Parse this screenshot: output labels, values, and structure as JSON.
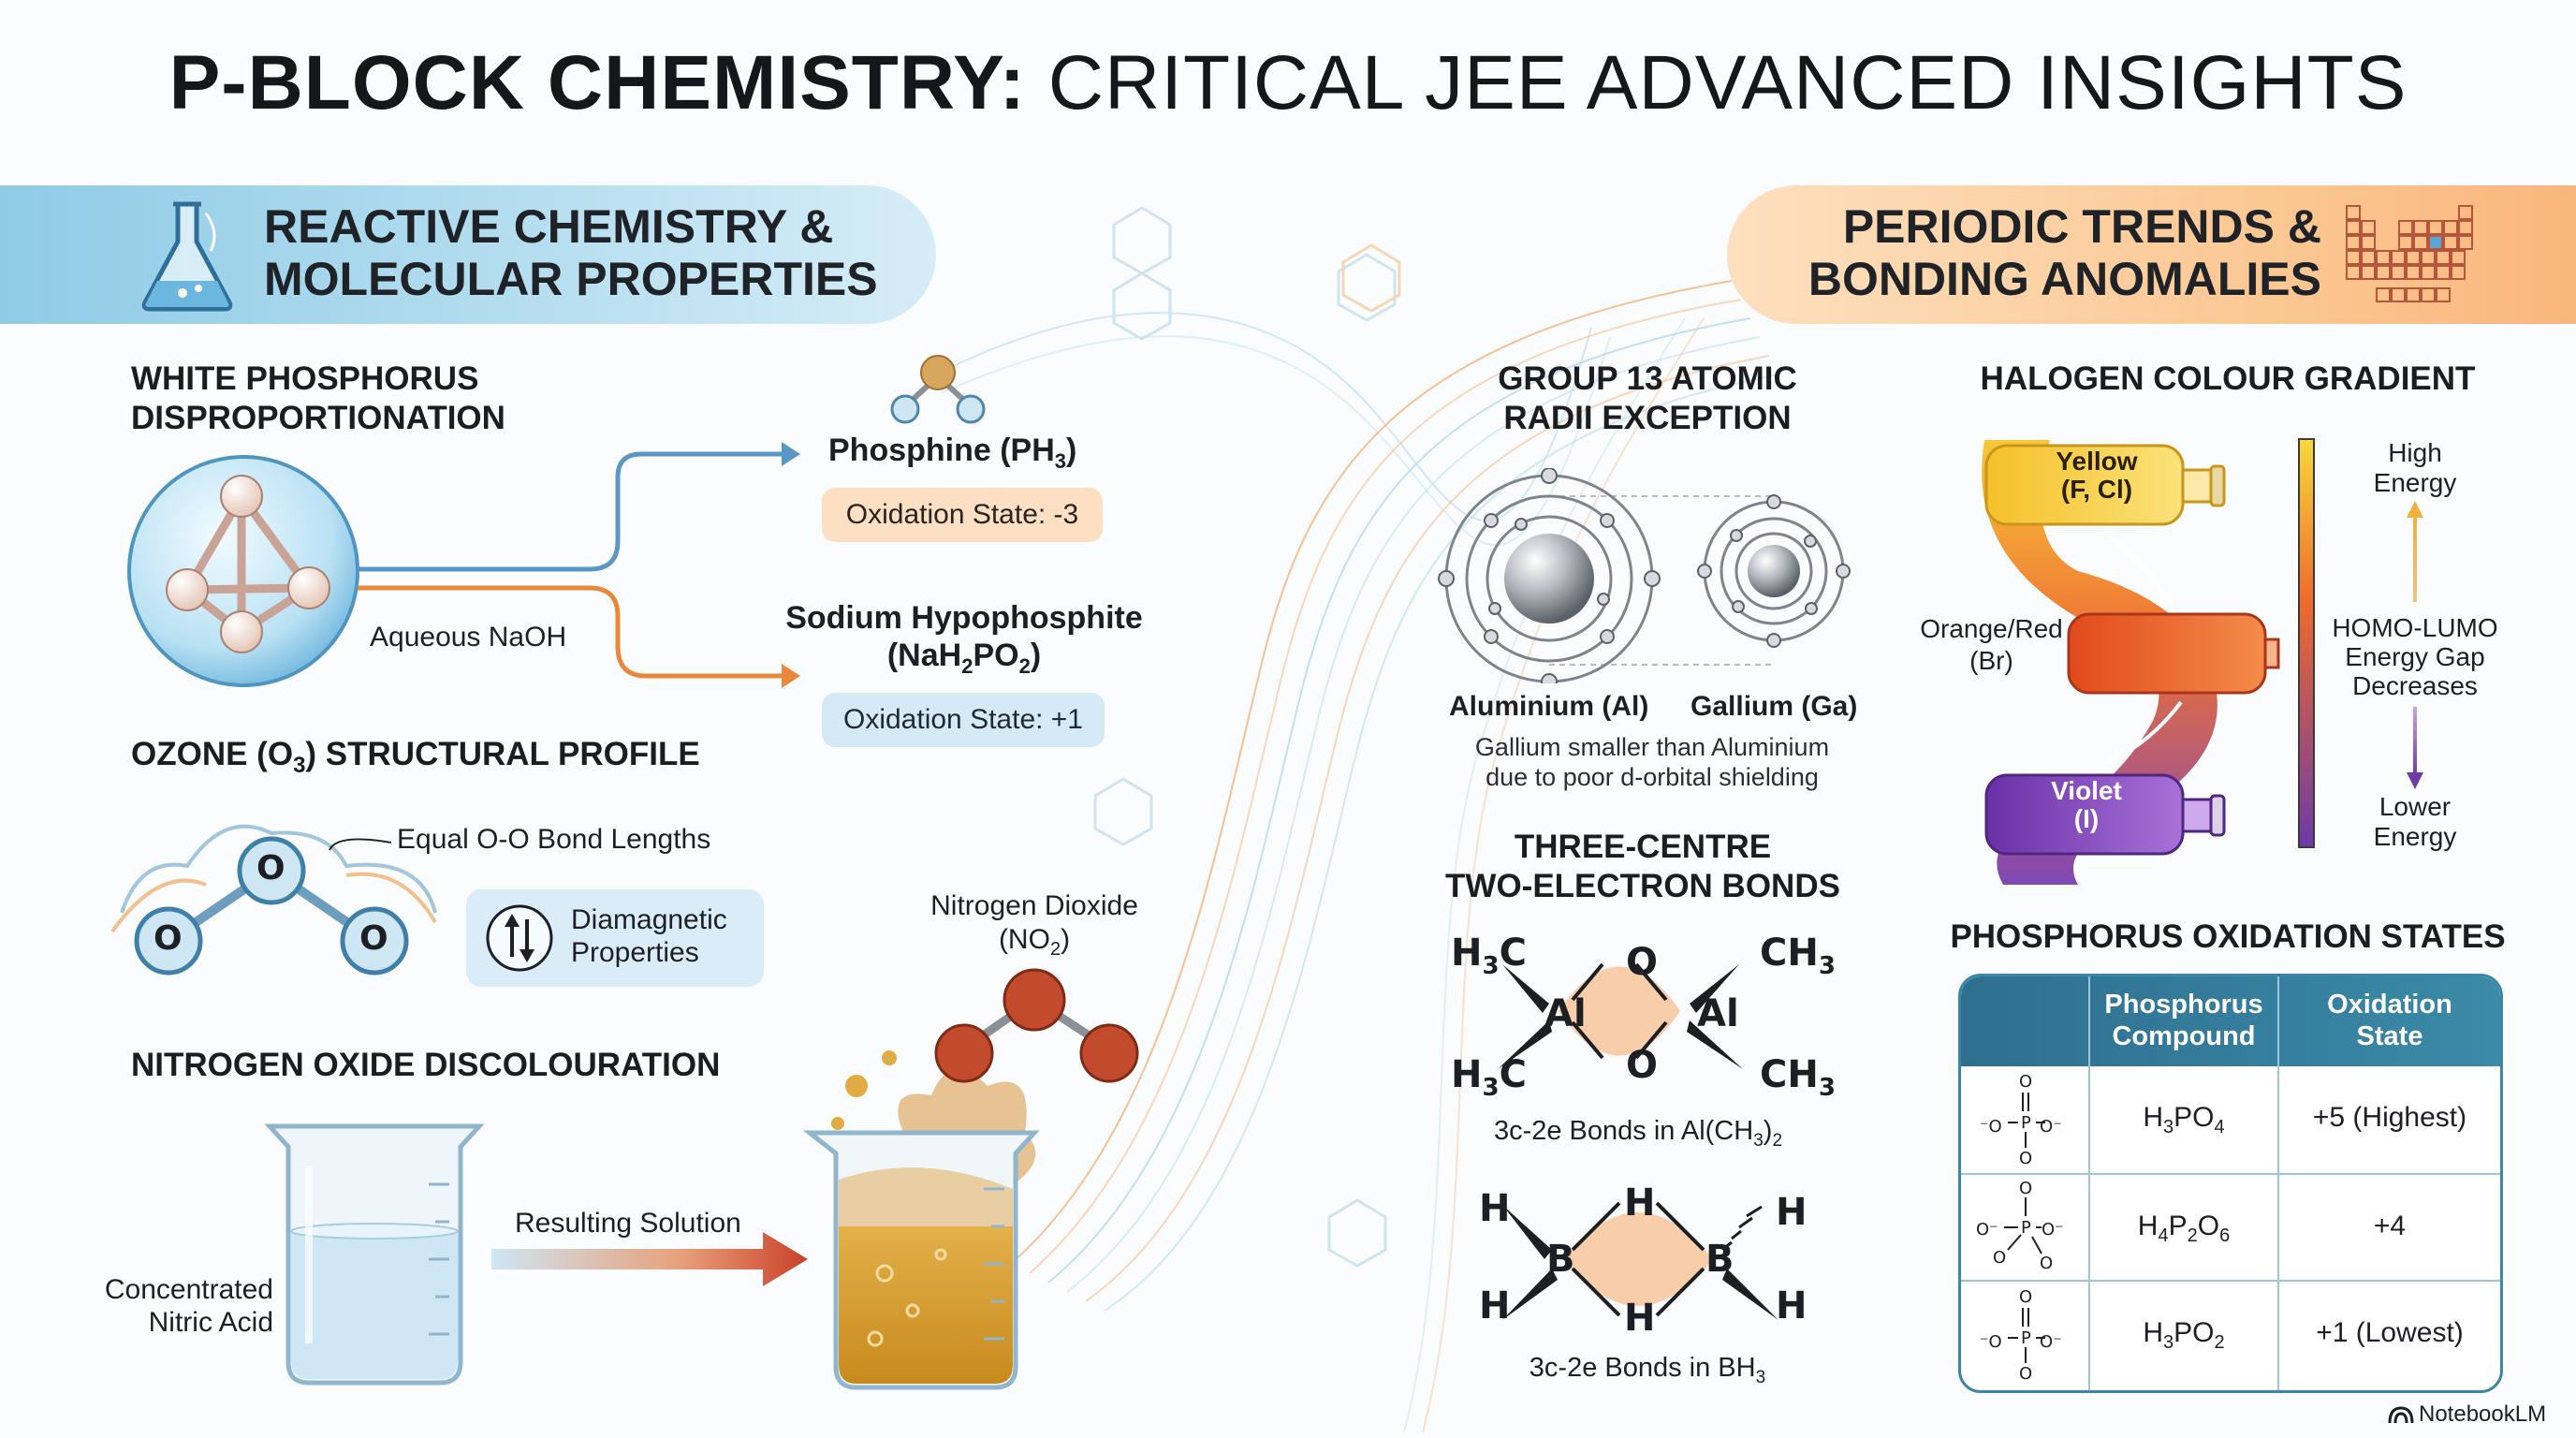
{
  "title": {
    "bold": "P-BLOCK CHEMISTRY:",
    "rest": "CRITICAL JEE ADVANCED INSIGHTS"
  },
  "left_band": {
    "line1": "REACTIVE CHEMISTRY &",
    "line2": "MOLECULAR PROPERTIES",
    "icon": "flask-icon"
  },
  "right_band": {
    "line1": "PERIODIC TRENDS &",
    "line2": "BONDING ANOMALIES",
    "icon": "periodic-table-icon"
  },
  "phosphorus": {
    "heading1": "WHITE PHOSPHORUS",
    "heading2": "DISPROPORTIONATION",
    "reagent": "Aqueous NaOH",
    "product1_name": "Phosphine (PH",
    "product1_sub": "3",
    "product1_close": ")",
    "product1_state": "Oxidation State: -3",
    "product2_name": "Sodium Hypophosphite",
    "product2_formula_a": "(NaH",
    "product2_sub1": "2",
    "product2_formula_b": "PO",
    "product2_sub2": "2",
    "product2_formula_c": ")",
    "product2_state": "Oxidation State: +1"
  },
  "ozone": {
    "heading_a": "OZONE (O",
    "heading_sub": "3",
    "heading_b": ") STRUCTURAL PROFILE",
    "bond_label": "Equal O-O Bond Lengths",
    "atom": "O",
    "magnetic_line1": "Diamagnetic",
    "magnetic_line2": "Properties"
  },
  "nitrogen": {
    "heading": "NITROGEN OXIDE DISCOLOURATION",
    "acid_line1": "Concentrated",
    "acid_line2": "Nitric Acid",
    "result": "Resulting Solution",
    "gas_line1": "Nitrogen Dioxide",
    "gas_line2a": "(NO",
    "gas_sub": "2",
    "gas_line2b": ")"
  },
  "group13": {
    "heading1": "GROUP 13 ATOMIC",
    "heading2": "RADII EXCEPTION",
    "al_label": "Aluminium (Al)",
    "ga_label": "Gallium (Ga)",
    "note1": "Gallium smaller than Aluminium",
    "note2": "due to poor d-orbital shielding"
  },
  "three_centre": {
    "heading1": "THREE-CENTRE",
    "heading2": "TWO-ELECTRON BONDS",
    "al_caption_a": "3c-2e Bonds in Al(CH",
    "al_caption_sub": "3",
    "al_caption_b": ")",
    "al_caption_sub2": "2",
    "b_caption_a": "3c-2e Bonds in BH",
    "b_caption_sub": "3",
    "h3c": "H",
    "ch3": "CH",
    "sub3": "3",
    "c": "C",
    "al": "Al",
    "o": "O",
    "b": "B",
    "h": "H"
  },
  "halogen": {
    "heading": "HALOGEN COLOUR GRADIENT",
    "yellow1": "Yellow",
    "yellow2": "(F, Cl)",
    "orange1": "Orange/Red",
    "orange2": "(Br)",
    "violet1": "Violet",
    "violet2": "(I)",
    "high1": "High",
    "high2": "Energy",
    "gap1": "HOMO-LUMO",
    "gap2": "Energy Gap",
    "gap3": "Decreases",
    "low1": "Lower",
    "low2": "Energy"
  },
  "oxidation_table": {
    "heading": "PHOSPHORUS OXIDATION STATES",
    "col1_line1": "Phosphorus",
    "col1_line2": "Compound",
    "col2_line1": "Oxidation",
    "col2_line2": "State",
    "rows": [
      {
        "f_a": "H",
        "s1": "3",
        "f_b": "PO",
        "s2": "4",
        "f_c": "",
        "s3": "",
        "state": "+5 (Highest)"
      },
      {
        "f_a": "H",
        "s1": "4",
        "f_b": "P",
        "s2": "2",
        "f_c": "O",
        "s3": "6",
        "state": "+4"
      },
      {
        "f_a": "H",
        "s1": "3",
        "f_b": "PO",
        "s2": "2",
        "f_c": "",
        "s3": "",
        "state": "+1 (Lowest)"
      }
    ]
  },
  "brand": "NotebookLM",
  "colors": {
    "blue_band": "#8fcbe6",
    "orange_band": "#fbc58f",
    "orange_arrow": "#e8893a",
    "blue_arrow": "#5b97c4",
    "table_header": "#2f6f8f"
  }
}
